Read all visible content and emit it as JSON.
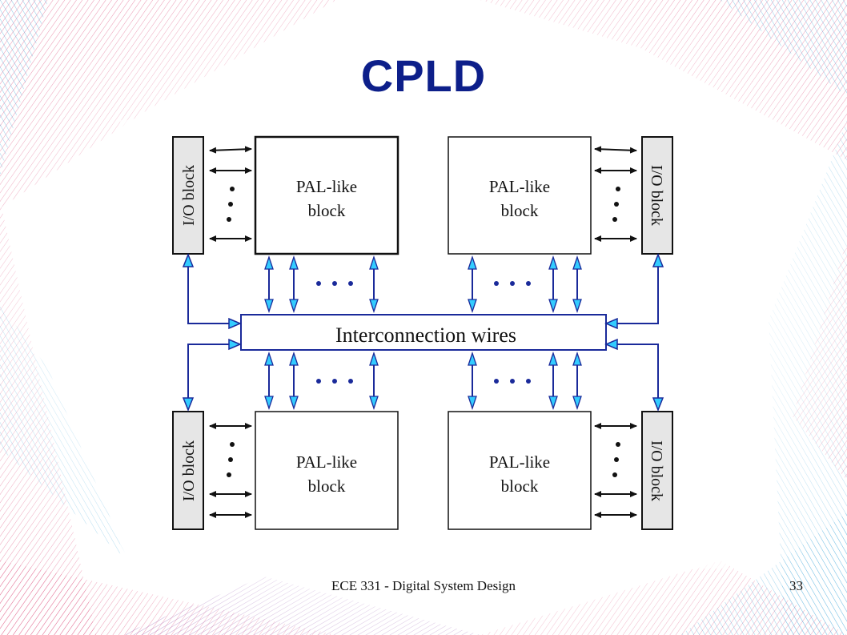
{
  "slide": {
    "title": "CPLD",
    "footer": "ECE 331 - Digital System Design",
    "page_number": "33"
  },
  "diagram": {
    "pal_blocks": [
      {
        "line1": "PAL-like",
        "line2": "block"
      },
      {
        "line1": "PAL-like",
        "line2": "block"
      },
      {
        "line1": "PAL-like",
        "line2": "block"
      },
      {
        "line1": "PAL-like",
        "line2": "block"
      }
    ],
    "io_blocks": [
      "I/O block",
      "I/O block",
      "I/O block",
      "I/O block"
    ],
    "interconnect_label": "Interconnection wires",
    "colors": {
      "arrow_fill": "#33ccff",
      "arrow_stroke": "#1a2a9a",
      "dots": "#1a2a9a",
      "io_fill": "#e6e6e6",
      "box_stroke": "#111111"
    }
  }
}
